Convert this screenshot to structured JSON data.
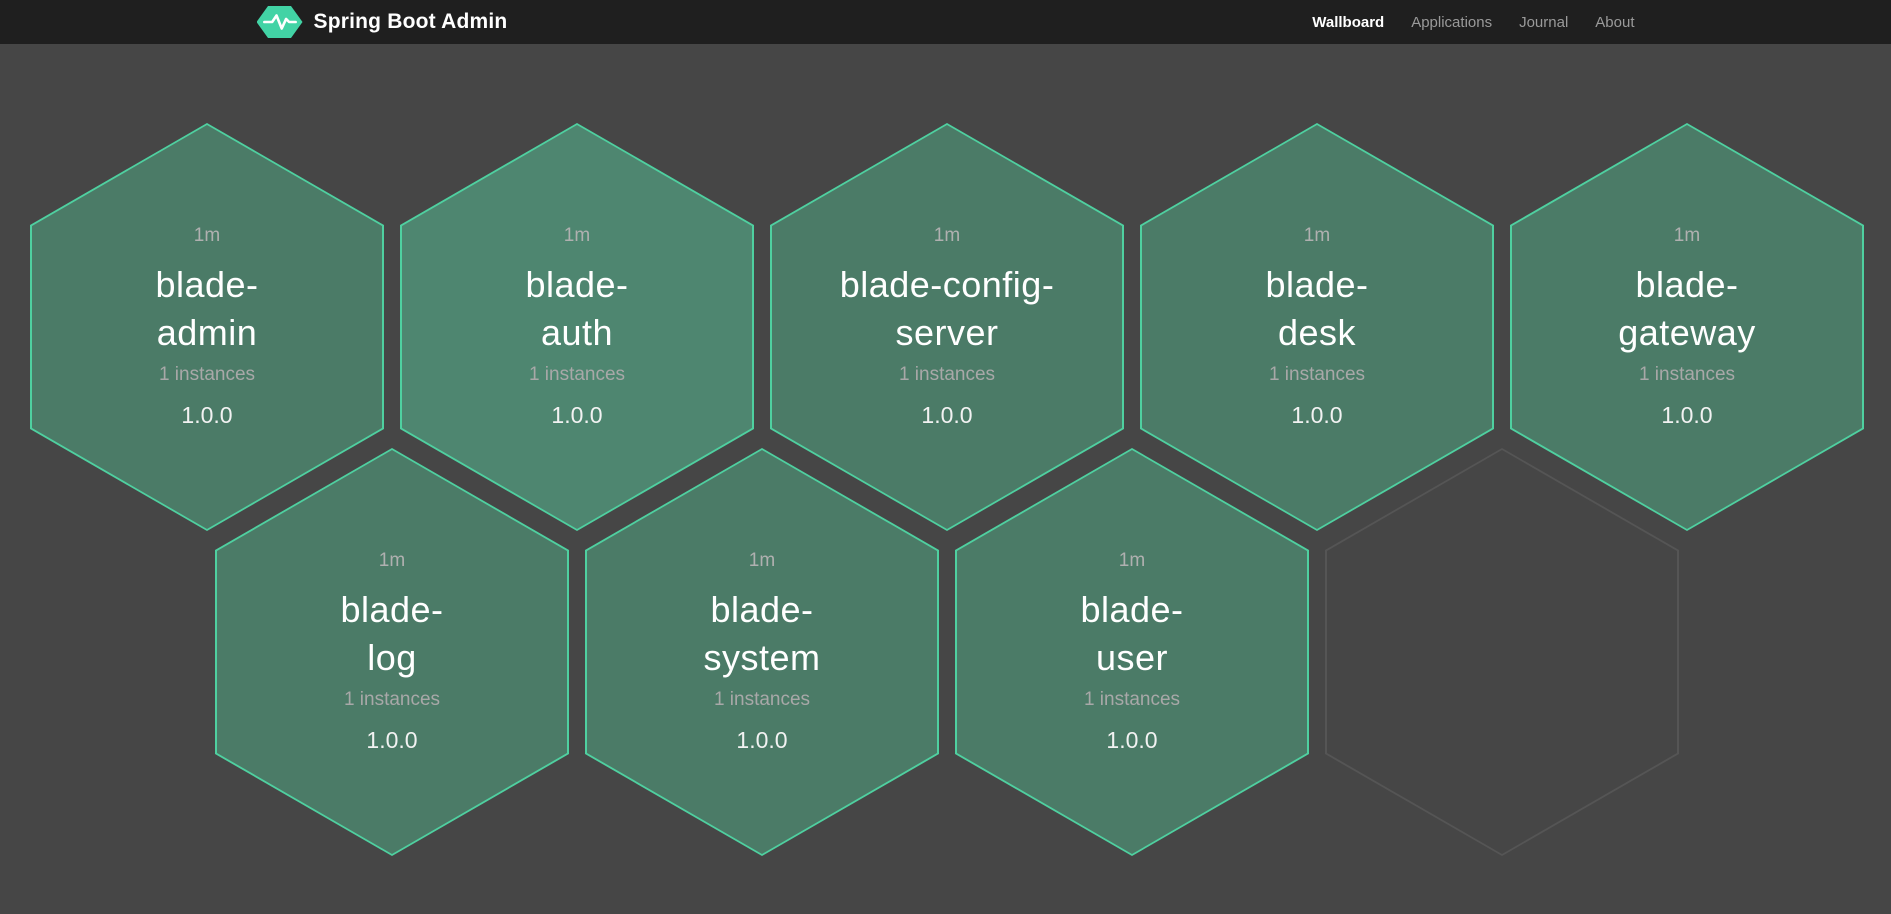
{
  "header": {
    "title": "Spring Boot Admin",
    "nav": [
      {
        "label": "Wallboard",
        "active": true
      },
      {
        "label": "Applications",
        "active": false
      },
      {
        "label": "Journal",
        "active": false
      },
      {
        "label": "About",
        "active": false
      }
    ]
  },
  "wallboard": {
    "hexagons": [
      {
        "name": "blade-admin",
        "name_lines": [
          "blade-",
          "admin"
        ],
        "uptime": "1m",
        "instances": "1 instances",
        "version": "1.0.0",
        "status": "up",
        "highlight": false
      },
      {
        "name": "blade-auth",
        "name_lines": [
          "blade-",
          "auth"
        ],
        "uptime": "1m",
        "instances": "1 instances",
        "version": "1.0.0",
        "status": "up",
        "highlight": true
      },
      {
        "name": "blade-config-server",
        "name_lines": [
          "blade-config-",
          "server"
        ],
        "uptime": "1m",
        "instances": "1 instances",
        "version": "1.0.0",
        "status": "up",
        "highlight": false
      },
      {
        "name": "blade-desk",
        "name_lines": [
          "blade-",
          "desk"
        ],
        "uptime": "1m",
        "instances": "1 instances",
        "version": "1.0.0",
        "status": "up",
        "highlight": false
      },
      {
        "name": "blade-gateway",
        "name_lines": [
          "blade-",
          "gateway"
        ],
        "uptime": "1m",
        "instances": "1 instances",
        "version": "1.0.0",
        "status": "up",
        "highlight": false
      },
      {
        "name": "blade-log",
        "name_lines": [
          "blade-",
          "log"
        ],
        "uptime": "1m",
        "instances": "1 instances",
        "version": "1.0.0",
        "status": "up",
        "highlight": false
      },
      {
        "name": "blade-system",
        "name_lines": [
          "blade-",
          "system"
        ],
        "uptime": "1m",
        "instances": "1 instances",
        "version": "1.0.0",
        "status": "up",
        "highlight": false
      },
      {
        "name": "blade-user",
        "name_lines": [
          "blade-",
          "user"
        ],
        "uptime": "1m",
        "instances": "1 instances",
        "version": "1.0.0",
        "status": "up",
        "highlight": false
      },
      {
        "empty": true
      }
    ]
  },
  "colors": {
    "bg": "#464646",
    "header-bg": "#1f1f1f",
    "brand": "#42d3a5",
    "hex-border": "#4fd0a0",
    "hex-fill": "#4b7b67",
    "hex-fill-bright": "#4e8670",
    "hex-empty-border": "#555555",
    "text-muted": "#b0b0b0",
    "text-light": "#ffffff"
  }
}
